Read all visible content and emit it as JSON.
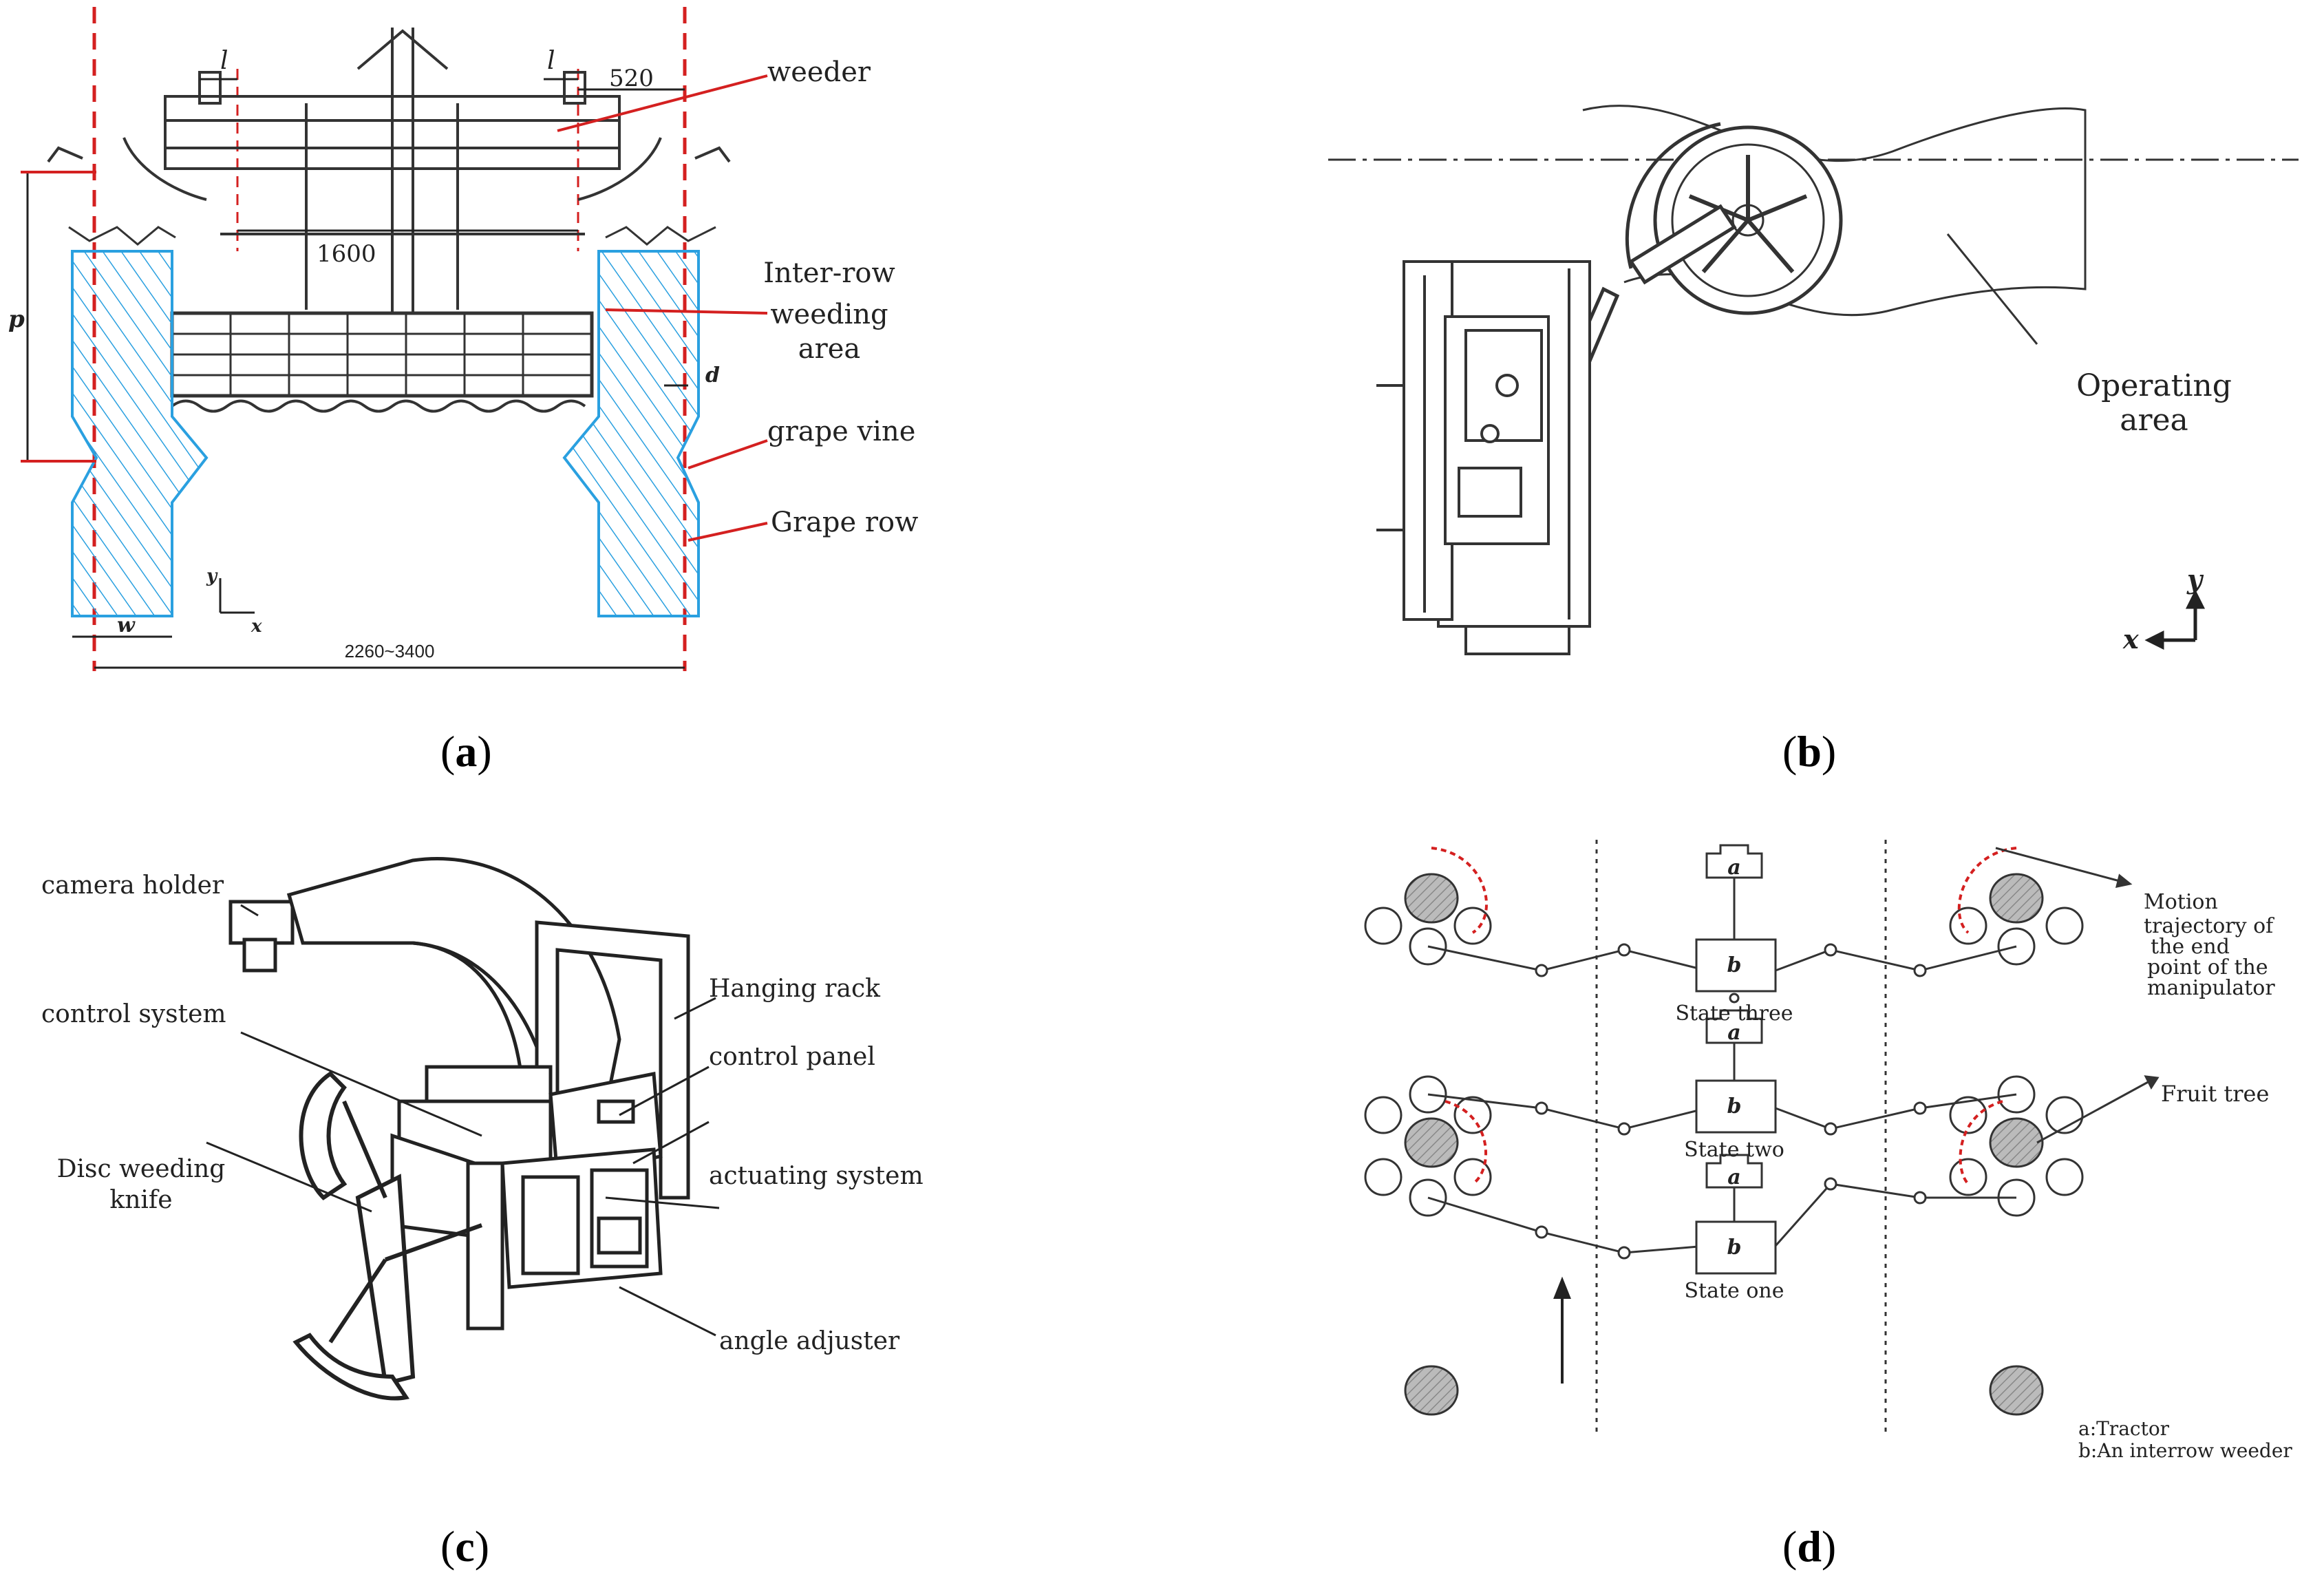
{
  "panels": {
    "a": {
      "caption_letter": "a",
      "labels": {
        "weeder": "weeder",
        "inter_row_1": "Inter-row",
        "inter_row_2": "weeding",
        "inter_row_3": "area",
        "grape_vine": "grape vine",
        "grape_row": "Grape row"
      },
      "dims": {
        "l_left": "l",
        "l_right": "l",
        "d520": "520",
        "d1600": "1600",
        "p": "p",
        "d": "d",
        "w": "w",
        "width_range": "2260~3400",
        "axis_y": "y",
        "axis_x": "x"
      }
    },
    "b": {
      "caption_letter": "b",
      "labels": {
        "operating_1": "Operating",
        "operating_2": "area",
        "axis_y": "y",
        "axis_x": "x"
      }
    },
    "c": {
      "caption_letter": "c",
      "labels": {
        "camera_holder": "camera holder",
        "hanging_rack": "Hanging rack",
        "control_system": "control system",
        "control_panel": "control panel",
        "disc_1": "Disc weeding",
        "disc_2": "knife",
        "actuating_system": "actuating system",
        "angle_adjuster": "angle adjuster"
      }
    },
    "d": {
      "caption_letter": "d",
      "labels": {
        "motion_1": "Motion",
        "motion_2": "trajectory of",
        "motion_3": "the end",
        "motion_4": "point of the",
        "motion_5": "manipulator",
        "fruit_tree": "Fruit tree",
        "state_three": "State three",
        "state_two": "State two",
        "state_one": "State one",
        "box_a": "a",
        "box_b": "b",
        "legend_a": "a:Tractor",
        "legend_b": "b:An interrow weeder"
      }
    }
  },
  "colors": {
    "red": "#d42020",
    "blue": "#2aa0e0",
    "line": "#222222"
  }
}
